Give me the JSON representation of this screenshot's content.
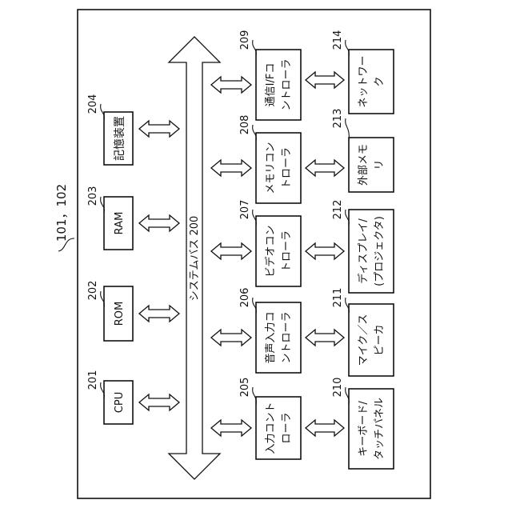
{
  "device_ref": "101，102",
  "bus": {
    "label": "システムバス 200"
  },
  "components": [
    {
      "ref": "201",
      "name": [
        "CPU"
      ]
    },
    {
      "ref": "202",
      "name": [
        "ROM"
      ]
    },
    {
      "ref": "203",
      "name": [
        "RAM"
      ]
    },
    {
      "ref": "204",
      "name": [
        "記憶装置"
      ]
    },
    {
      "ref": "205",
      "name": [
        "入力コント",
        "ローラ"
      ]
    },
    {
      "ref": "206",
      "name": [
        "音声入力コ",
        "ントローラ"
      ]
    },
    {
      "ref": "207",
      "name": [
        "ビデオコン",
        "トローラ"
      ]
    },
    {
      "ref": "208",
      "name": [
        "メモリコン",
        "トローラ"
      ]
    },
    {
      "ref": "209",
      "name": [
        "通信I/Fコ",
        "ントローラ"
      ]
    },
    {
      "ref": "210",
      "name": [
        "キーボード/",
        "タッチパネル"
      ]
    },
    {
      "ref": "211",
      "name": [
        "マイク／ス",
        "ピーカ"
      ]
    },
    {
      "ref": "212",
      "name": [
        "ディスプレイ/",
        "(プロジェクタ)"
      ]
    },
    {
      "ref": "213",
      "name": [
        "外部メモ",
        "リ"
      ]
    },
    {
      "ref": "214",
      "name": [
        "ネットワー",
        "ク"
      ]
    }
  ]
}
